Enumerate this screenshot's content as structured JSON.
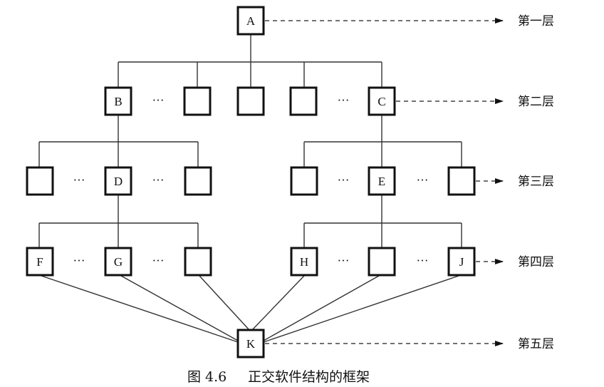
{
  "figure": {
    "caption_number": "图 4.6",
    "caption_text": "正交软件结构的框架"
  },
  "levels": [
    {
      "label": "第一层"
    },
    {
      "label": "第二层"
    },
    {
      "label": "第三层"
    },
    {
      "label": "第四层"
    },
    {
      "label": "第五层"
    }
  ],
  "ellipsis": "···",
  "nodes": {
    "A": "A",
    "B": "B",
    "C": "C",
    "D": "D",
    "E": "E",
    "F": "F",
    "G": "G",
    "H": "H",
    "J": "J",
    "K": "K"
  }
}
